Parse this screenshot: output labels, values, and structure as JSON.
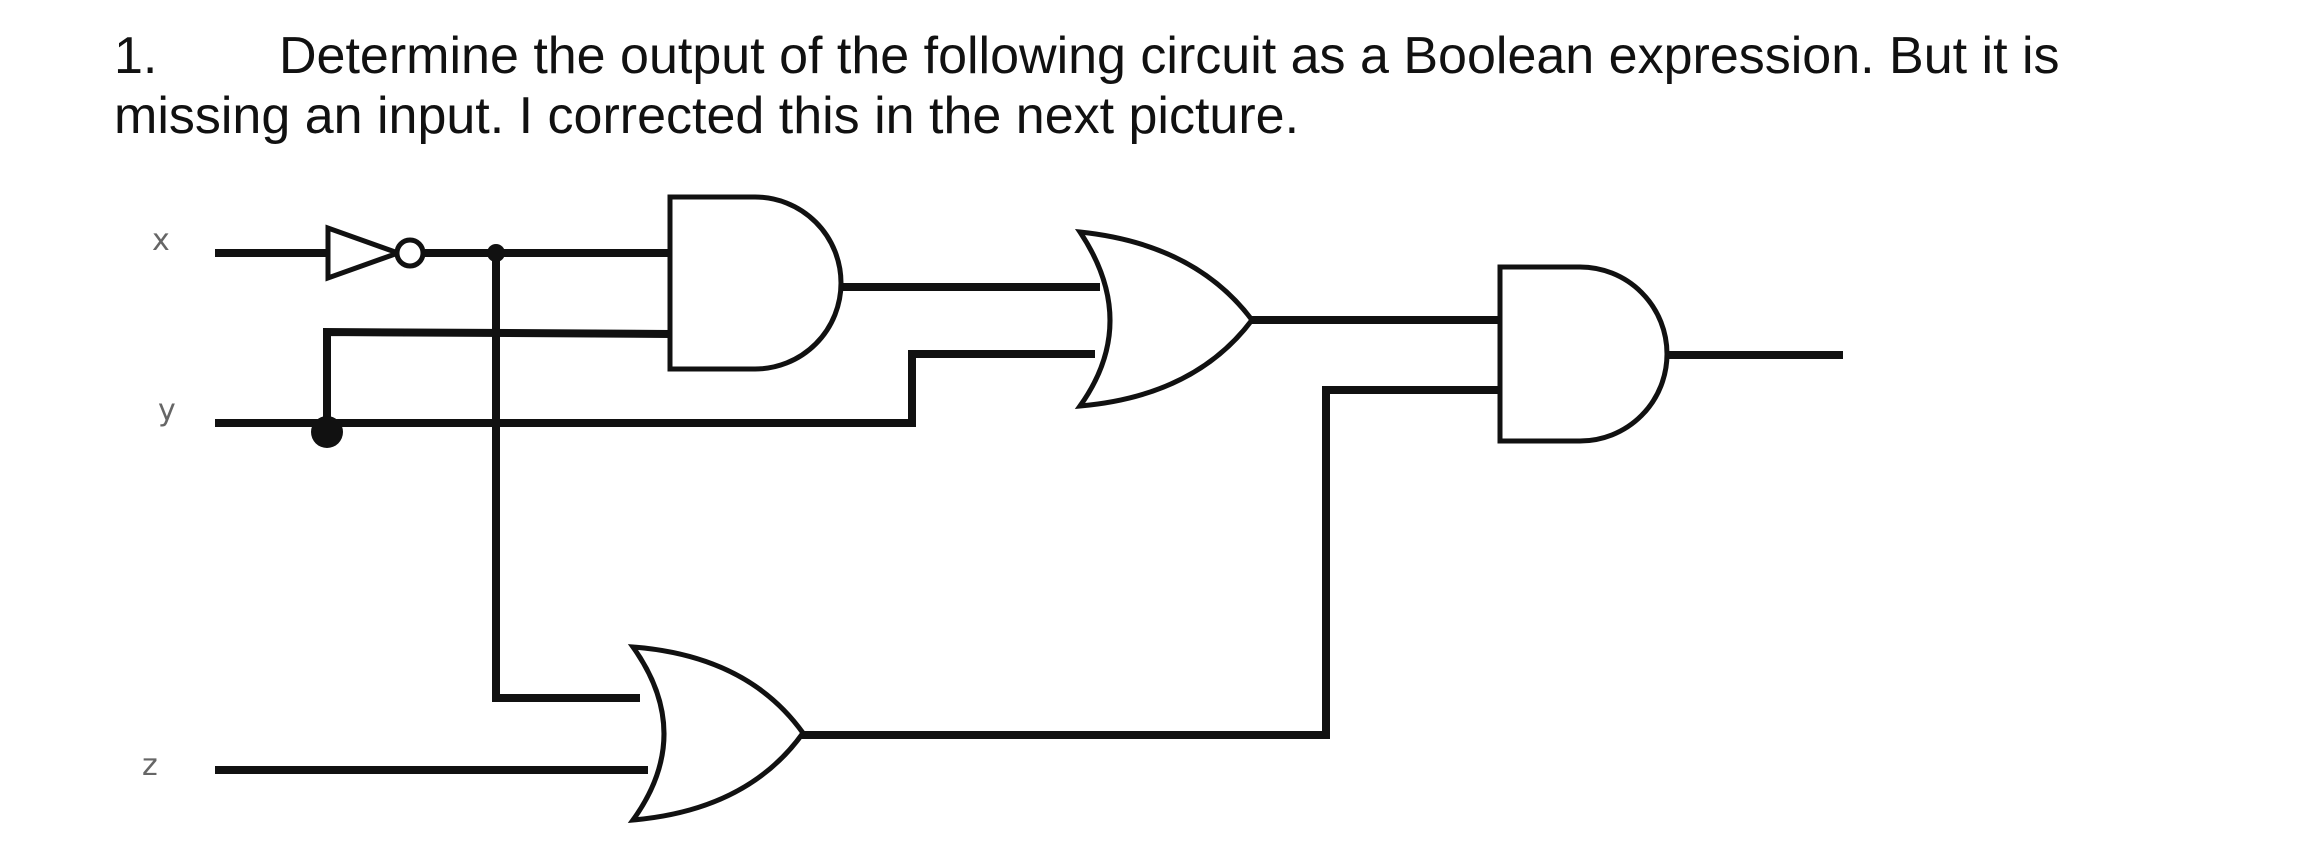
{
  "question": {
    "number": "1.",
    "text_line1": "Determine the output of the following circuit as a Boolean expression.   But it is",
    "text_line2": "missing an input.  I corrected this in the next picture."
  },
  "circuit": {
    "inputs": [
      {
        "id": "x",
        "label": "x"
      },
      {
        "id": "y",
        "label": "y"
      },
      {
        "id": "z",
        "label": "z"
      }
    ],
    "gates": [
      {
        "id": "not1",
        "type": "NOT",
        "inputs": [
          "x"
        ]
      },
      {
        "id": "and1",
        "type": "AND",
        "inputs": [
          "not1",
          "y"
        ]
      },
      {
        "id": "or1",
        "type": "OR",
        "inputs": [
          "and1",
          "y"
        ]
      },
      {
        "id": "or2",
        "type": "OR",
        "inputs": [
          "not1",
          "z"
        ]
      },
      {
        "id": "and2",
        "type": "AND",
        "inputs": [
          "or1",
          "or2"
        ]
      }
    ],
    "output_from": "and2",
    "colors": {
      "line": "#111111",
      "label": "#666666"
    }
  }
}
